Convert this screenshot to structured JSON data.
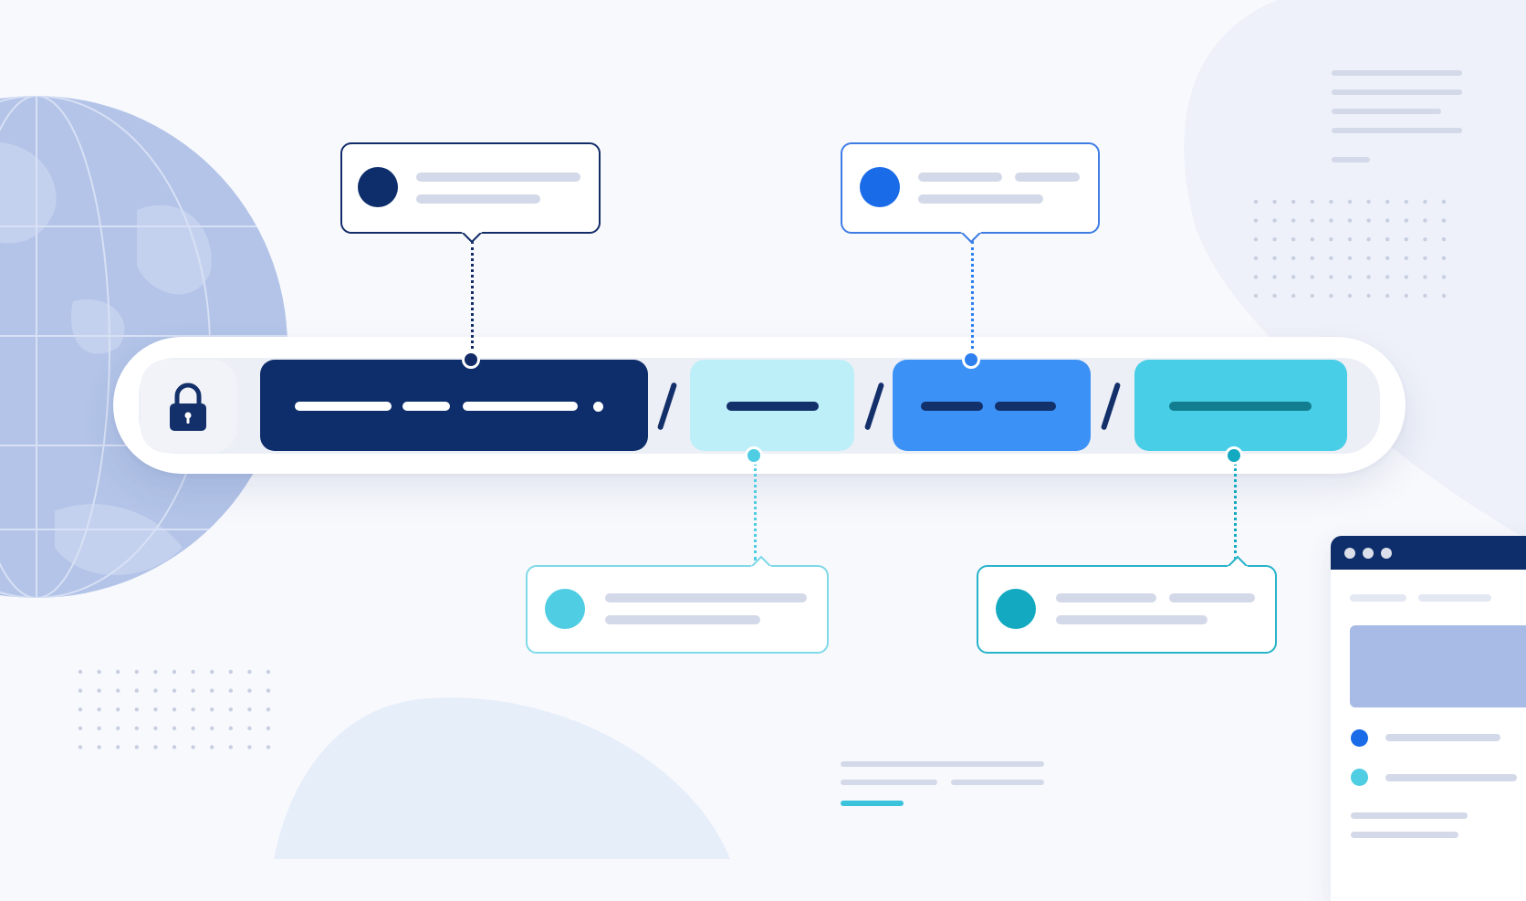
{
  "url_bar": {
    "lock": {
      "icon": "lock-icon",
      "color": "#13306a"
    },
    "segments": [
      {
        "name": "protocol-domain",
        "color": "#0d2d6b"
      },
      {
        "name": "path-1",
        "color": "#bdeff8"
      },
      {
        "name": "path-2",
        "color": "#3b91f6"
      },
      {
        "name": "path-3",
        "color": "#48cee6"
      }
    ],
    "separator": "/"
  },
  "callouts": [
    {
      "name": "callout-domain",
      "dot_color": "#0d2d6b",
      "border_color": "#132c68"
    },
    {
      "name": "callout-path-2",
      "dot_color": "#1a6be8",
      "border_color": "#3d7ce4"
    },
    {
      "name": "callout-path-1",
      "dot_color": "#4fcde3",
      "border_color": "#7fd9e8"
    },
    {
      "name": "callout-path-3",
      "dot_color": "#13a9c1",
      "border_color": "#27b3c9"
    }
  ],
  "decor": {
    "globe_color": "#b3c4e8",
    "browser_window_header": "#0d2d6b",
    "placeholder_line_color": "#d3d9e8"
  }
}
